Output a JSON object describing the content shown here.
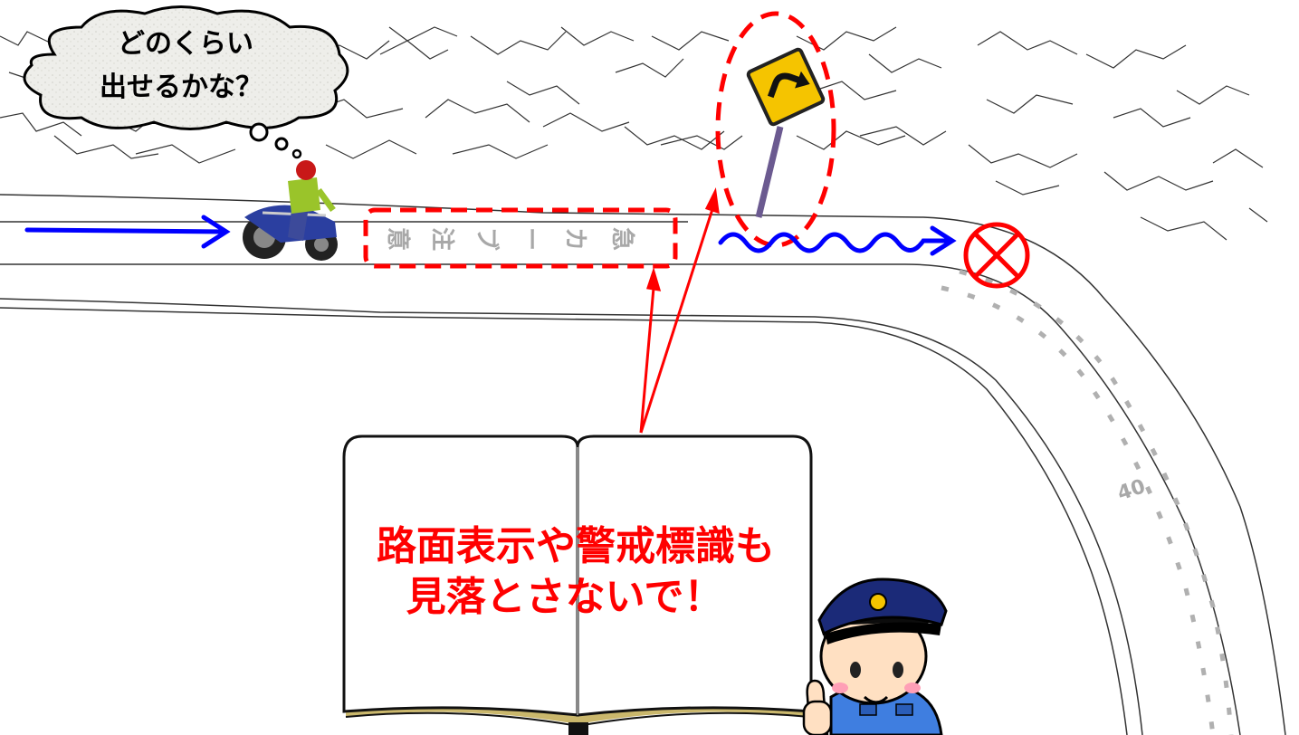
{
  "thought_bubble": {
    "line1": "どのくらい",
    "line2": "出せるかな？"
  },
  "road_marking": {
    "chars": [
      "急",
      "カ",
      "ー",
      "ブ",
      "注",
      "意"
    ]
  },
  "speed_marking": "40",
  "message": {
    "line1": "路面表示や警戒標識も",
    "line2": "見落とさないで！"
  },
  "icons": {
    "sign": "curve-right-warning-sign-icon",
    "prohibited": "prohibited-cross-icon",
    "rider": "motorcycle-rider-icon",
    "officer": "police-officer-icon"
  },
  "colors": {
    "highlight": "#ff0000",
    "arrow": "#0000ff",
    "sign_yellow": "#f5c400",
    "road_marking": "#a8a8a8"
  }
}
